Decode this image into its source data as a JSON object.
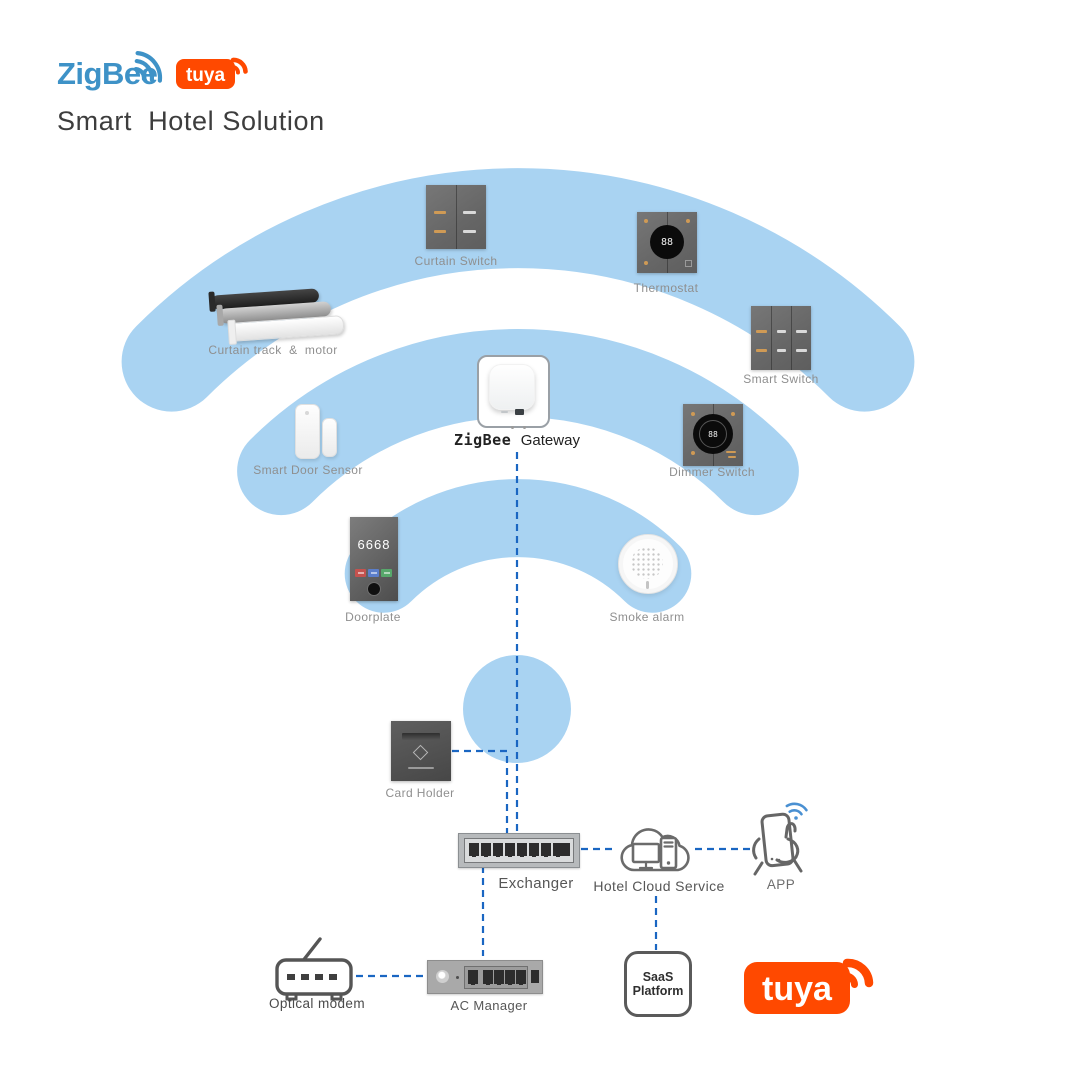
{
  "header": {
    "zigbee_logo_text": "ZigBee",
    "tuya_logo_text": "tuya",
    "title": "Smart  Hotel Solution"
  },
  "devices": {
    "curtain_switch": {
      "label": "Curtain Switch"
    },
    "thermostat": {
      "label": "Thermostat",
      "display": "88"
    },
    "curtain_track": {
      "label": "Curtain track  &  motor"
    },
    "smart_switch": {
      "label": "Smart Switch"
    },
    "gateway": {
      "label_brand": "ZigBee ",
      "label_name": "Gateway"
    },
    "door_sensor": {
      "label": "Smart Door Sensor"
    },
    "dimmer_switch": {
      "label": "Dimmer Switch",
      "display": "88"
    },
    "doorplate": {
      "label": "Doorplate",
      "room_number": "6668"
    },
    "smoke_alarm": {
      "label": "Smoke alarm"
    },
    "card_holder": {
      "label": "Card Holder"
    },
    "exchanger": {
      "label": "Exchanger"
    },
    "hotel_cloud": {
      "label": "Hotel Cloud Service"
    },
    "app": {
      "label": "APP"
    },
    "optical_modem": {
      "label": "Optical modem"
    },
    "ac_manager": {
      "label": "AC Manager"
    },
    "saas_platform": {
      "line1": "SaaS",
      "line2": "Platform"
    },
    "tuya_footer_text": "tuya"
  },
  "colors": {
    "wifi_blue": "#A9D3F2",
    "connector_blue": "#1A66C2",
    "tuya_orange": "#FF4900",
    "zigbee_blue": "#3E92C7"
  }
}
